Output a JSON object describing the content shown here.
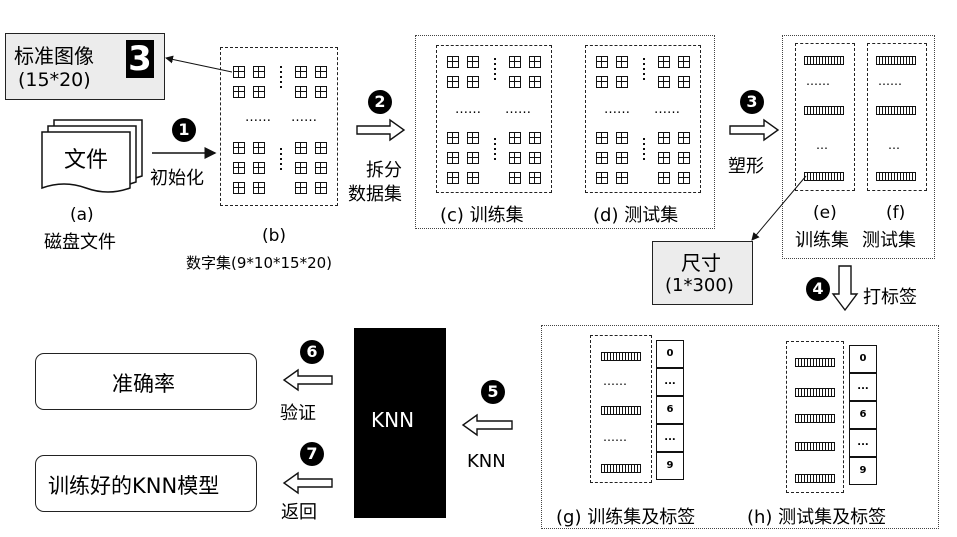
{
  "standard_image": {
    "title": "标准图像",
    "size": "(15*20)",
    "sample_digit": "3"
  },
  "file": {
    "label": "文件",
    "caption_letter": "(a)",
    "caption": "磁盘文件"
  },
  "step1": {
    "number": "1",
    "label": "初始化"
  },
  "digit_set": {
    "caption_letter": "(b)",
    "caption": "数字集(9*10*15*20)",
    "ellipsis": "……"
  },
  "step2": {
    "number": "2",
    "label_line1": "拆分",
    "label_line2": "数据集"
  },
  "train_set": {
    "caption": "(c) 训练集"
  },
  "test_set": {
    "caption": "(d) 测试集"
  },
  "step3": {
    "number": "3",
    "label": "塑形"
  },
  "reshaped": {
    "train_letter": "(e)",
    "train_caption": "训练集",
    "test_letter": "(f)",
    "test_caption": "测试集",
    "ellipsis": "……",
    "dots": "…"
  },
  "size_box": {
    "title": "尺寸",
    "size": "(1*300)"
  },
  "step4": {
    "number": "4",
    "label": "打标签"
  },
  "labeled": {
    "train_caption": "(g) 训练集及标签",
    "test_caption": "(h) 测试集及标签",
    "tags": [
      "0",
      "...",
      "6",
      "...",
      "9"
    ],
    "ellipsis": "……"
  },
  "step5": {
    "number": "5",
    "label": "KNN"
  },
  "knn_block": {
    "label": "KNN"
  },
  "step6": {
    "number": "6",
    "label": "验证"
  },
  "accuracy_box": {
    "label": "准确率"
  },
  "step7": {
    "number": "7",
    "label": "返回"
  },
  "model_box": {
    "label": "训练好的KNN模型"
  }
}
